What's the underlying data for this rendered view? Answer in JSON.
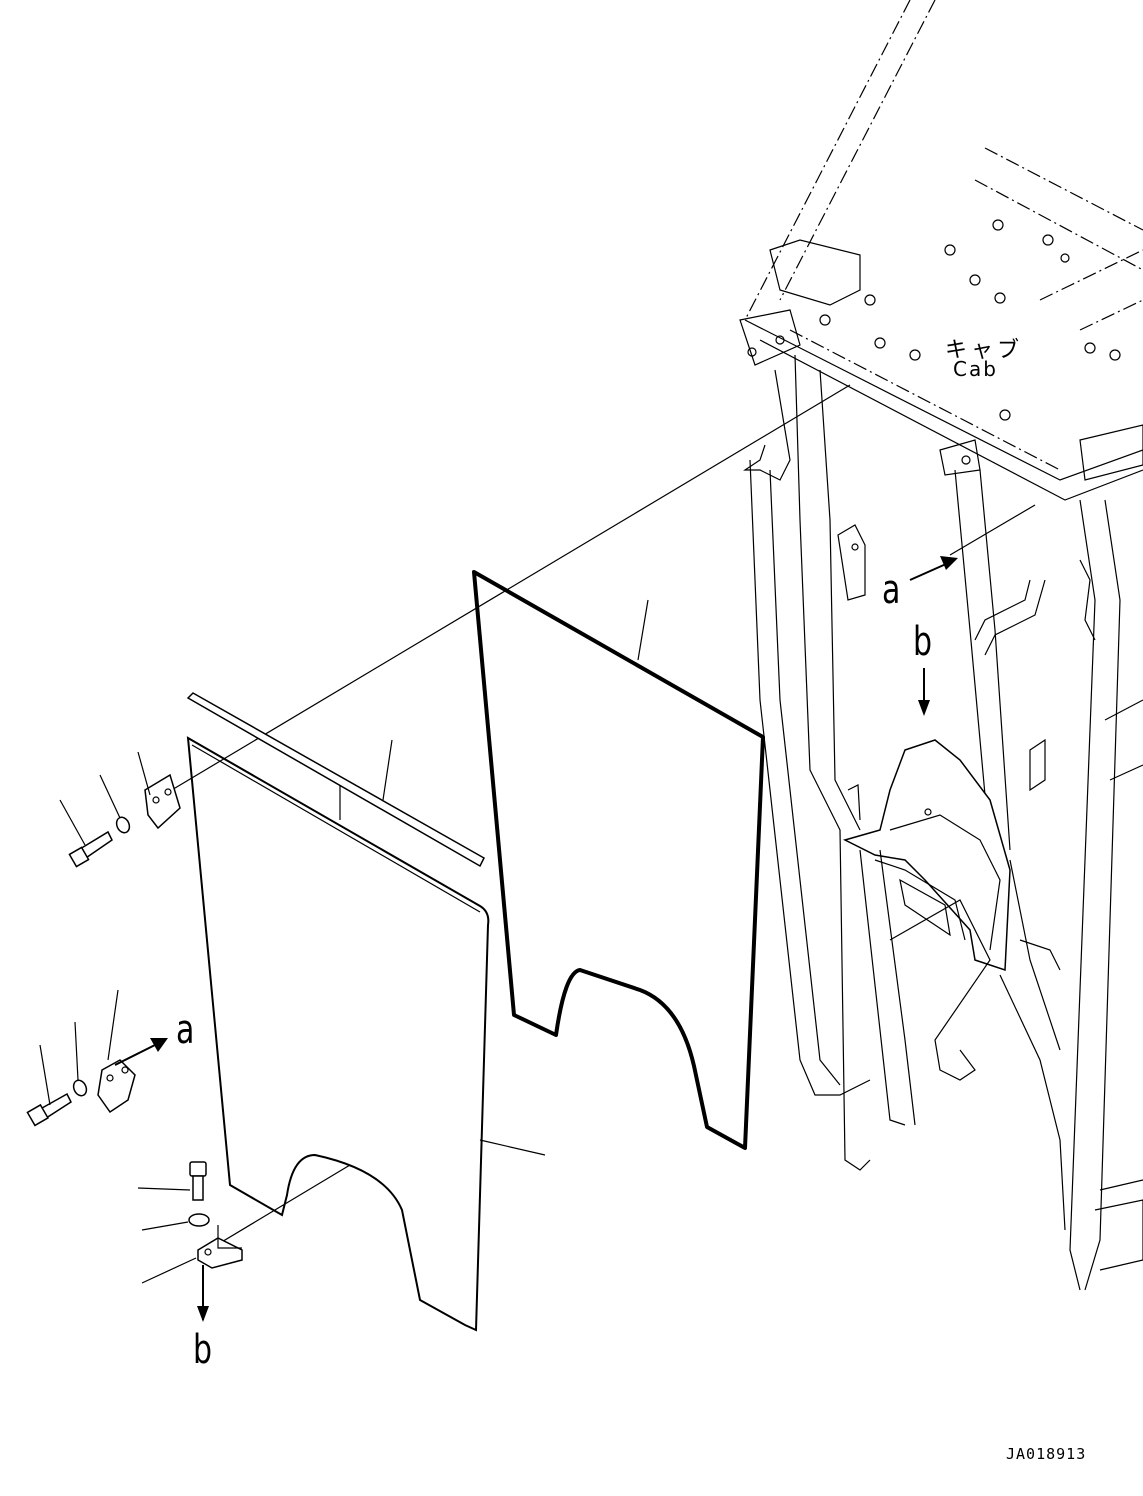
{
  "diagram": {
    "labels": {
      "cab_jp": "キャブ",
      "cab_en": "Cab",
      "ref_a_cab": "a",
      "ref_b_cab": "b",
      "ref_a_part": "a",
      "ref_b_part": "b"
    },
    "drawing_code": "JA018913"
  }
}
